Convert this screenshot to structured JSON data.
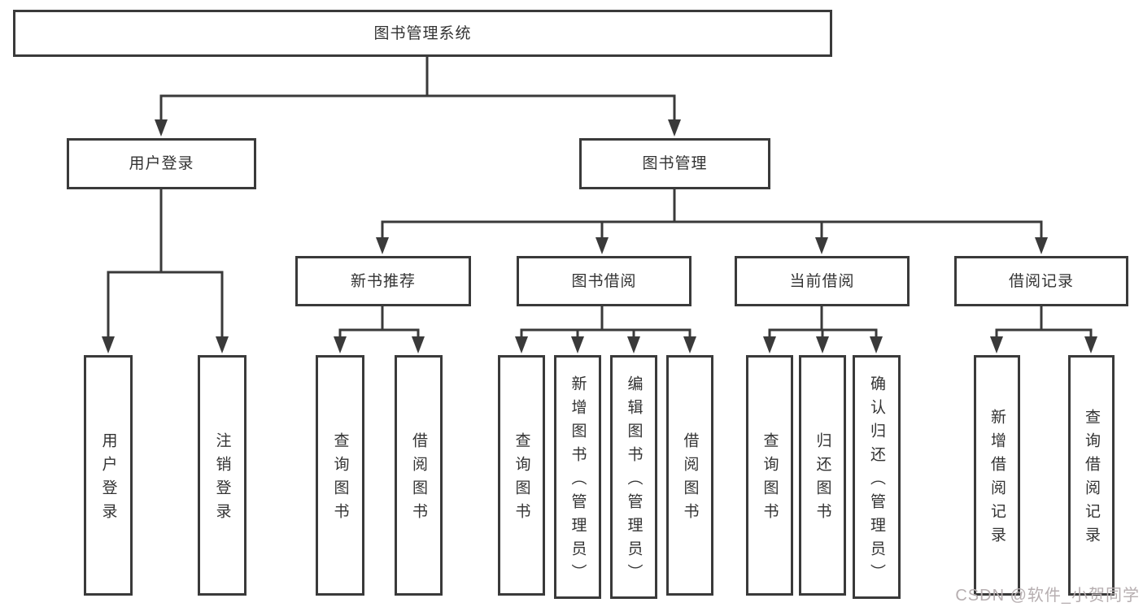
{
  "diagram": {
    "type": "tree",
    "root": {
      "label": "图书管理系统"
    },
    "level1": [
      {
        "label": "用户登录"
      },
      {
        "label": "图书管理"
      }
    ],
    "level2": [
      {
        "label": "新书推荐",
        "parent": "图书管理"
      },
      {
        "label": "图书借阅",
        "parent": "图书管理"
      },
      {
        "label": "当前借阅",
        "parent": "图书管理"
      },
      {
        "label": "借阅记录",
        "parent": "图书管理"
      }
    ],
    "leaves": [
      {
        "label": "用户登录",
        "parent": "用户登录"
      },
      {
        "label": "注销登录",
        "parent": "用户登录"
      },
      {
        "label": "查询图书",
        "parent": "新书推荐"
      },
      {
        "label": "借阅图书",
        "parent": "新书推荐"
      },
      {
        "label": "查询图书",
        "parent": "图书借阅"
      },
      {
        "label": "新增图书（管理员）",
        "parent": "图书借阅"
      },
      {
        "label": "编辑图书（管理员）",
        "parent": "图书借阅"
      },
      {
        "label": "借阅图书",
        "parent": "图书借阅"
      },
      {
        "label": "查询图书",
        "parent": "当前借阅"
      },
      {
        "label": "归还图书",
        "parent": "当前借阅"
      },
      {
        "label": "确认归还（管理员）",
        "parent": "当前借阅"
      },
      {
        "label": "新增借阅记录",
        "parent": "借阅记录"
      },
      {
        "label": "查询借阅记录",
        "parent": "借阅记录"
      }
    ]
  },
  "watermark": "CSDN @软件_小贺同学",
  "colors": {
    "line": "#3a3a3a",
    "box_border": "#3a3a3a",
    "text": "#333333",
    "watermark": "#b6aeb0",
    "background": "#ffffff"
  }
}
